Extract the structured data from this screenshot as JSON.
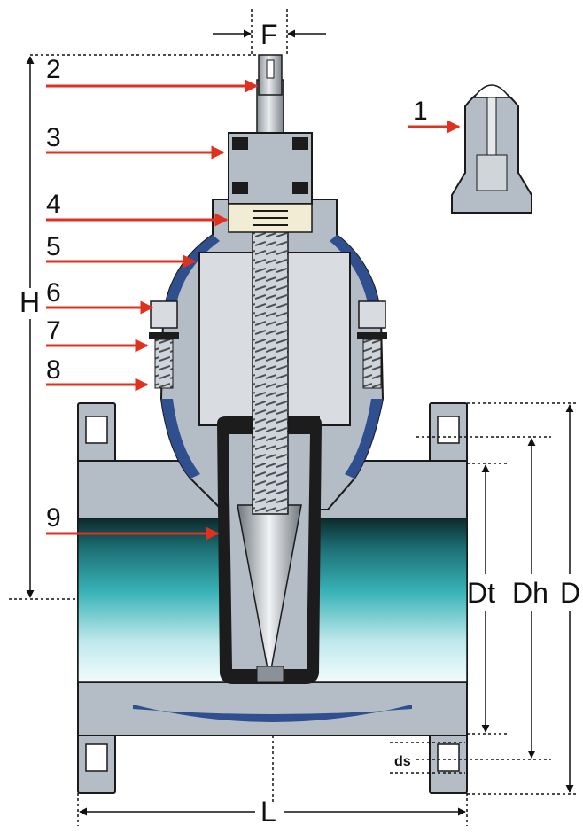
{
  "callouts": [
    {
      "id": "1",
      "label": "1"
    },
    {
      "id": "2",
      "label": "2"
    },
    {
      "id": "3",
      "label": "3"
    },
    {
      "id": "4",
      "label": "4"
    },
    {
      "id": "5",
      "label": "5"
    },
    {
      "id": "6",
      "label": "6"
    },
    {
      "id": "7",
      "label": "7"
    },
    {
      "id": "8",
      "label": "8"
    },
    {
      "id": "9",
      "label": "9"
    }
  ],
  "dimensions": {
    "F": "F",
    "H": "H",
    "Dt": "Dt",
    "Dh": "Dh",
    "D": "D",
    "ds": "ds",
    "L": "L"
  },
  "colors": {
    "arrow": "#e0301e",
    "body": "#b4bcc6",
    "coating": "#2f4f8f",
    "bore_dark": "#0b2a2c",
    "bore_teal": "#2aa3a8",
    "bore_light": "#e6f7f8",
    "outline": "#1a1a1a"
  }
}
